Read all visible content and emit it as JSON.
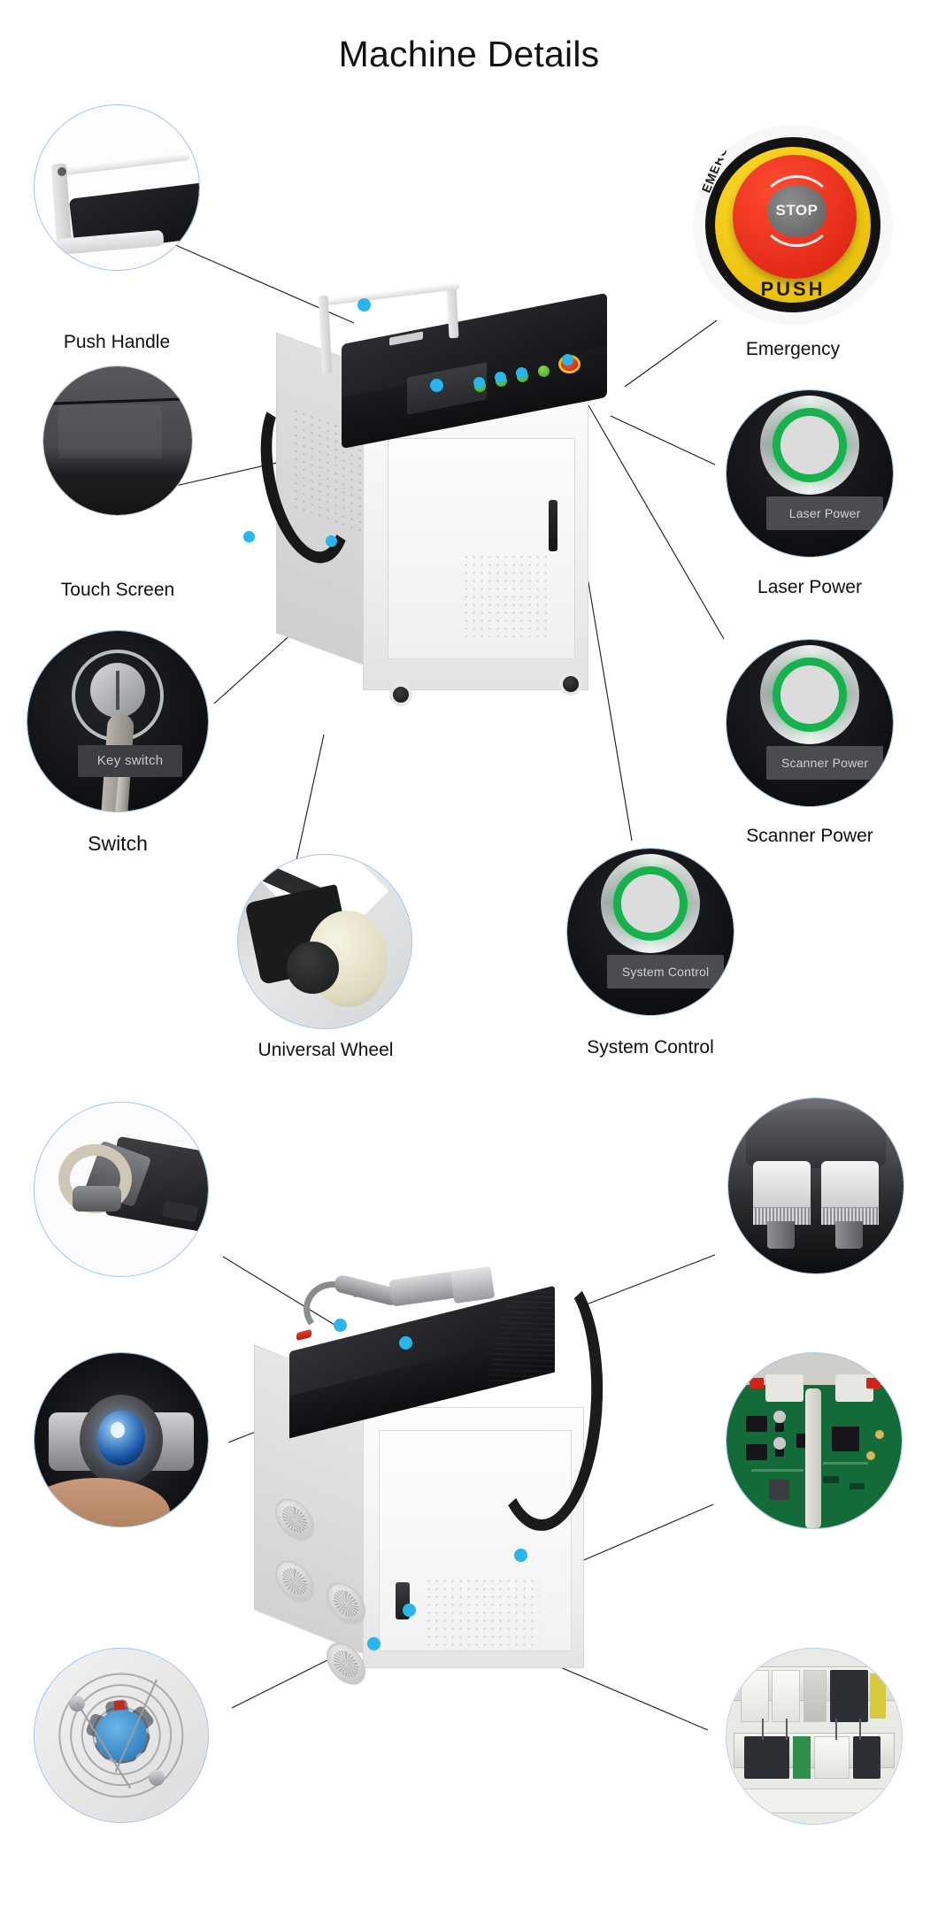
{
  "page": {
    "title": "Machine Details",
    "background_color": "#ffffff",
    "accent_dot_color": "#27b6ee",
    "bubble_border_color": "#9ec3e6",
    "leader_line_color": "#1a1a1a"
  },
  "sections": [
    {
      "id": "top-section",
      "name": "laser-cleaning-machine",
      "callouts": [
        {
          "id": "push-handle",
          "label": "Push Handle",
          "icon": "push-handle-photo"
        },
        {
          "id": "touch-screen",
          "label": "Touch Screen",
          "icon": "touch-screen-photo"
        },
        {
          "id": "switch",
          "label": "Switch",
          "icon": "key-switch-photo",
          "inner_text": "Key switch"
        },
        {
          "id": "universal-wheel",
          "label": "Universal Wheel",
          "icon": "caster-wheel-photo"
        },
        {
          "id": "emergency",
          "label": "Emergency",
          "icon": "emergency-stop-photo",
          "inner_text": {
            "button": "STOP",
            "ring_top": "EMERGENCY",
            "ring_bottom": "PUSH"
          }
        },
        {
          "id": "laser-power",
          "label": "Laser Power",
          "icon": "green-illuminated-button",
          "inner_text": "Laser Power"
        },
        {
          "id": "scanner-power",
          "label": "Scanner Power",
          "icon": "green-illuminated-button",
          "inner_text": "Scanner Power"
        },
        {
          "id": "system-control",
          "label": "System Control",
          "icon": "green-illuminated-button",
          "inner_text": "System Control"
        }
      ]
    },
    {
      "id": "bottom-section",
      "name": "laser-welding-machine",
      "callouts": [
        {
          "id": "welding-nozzle",
          "label": "",
          "icon": "welding-gun-nozzle-photo"
        },
        {
          "id": "galvo-motors",
          "label": "",
          "icon": "galvo-scanner-motors-photo"
        },
        {
          "id": "focus-lens",
          "label": "",
          "icon": "focus-lens-photo"
        },
        {
          "id": "control-board",
          "label": "",
          "icon": "pcb-control-board-photo"
        },
        {
          "id": "cooling-fan",
          "label": "",
          "icon": "cooling-fan-photo"
        },
        {
          "id": "electrical-panel",
          "label": "",
          "icon": "electrical-panel-photo"
        }
      ]
    }
  ],
  "machine_top": {
    "name": "handheld-laser-cleaning-machine",
    "parts": [
      "push-handle",
      "touch-screen",
      "control-panel",
      "key-switch",
      "emergency-stop",
      "laser-power-button",
      "scanner-power-button",
      "system-control-button",
      "universal-wheel",
      "cable"
    ]
  },
  "machine_bottom": {
    "name": "handheld-laser-welding-machine",
    "parts": [
      "welding-gun",
      "armored-cable",
      "cooling-fans",
      "access-door",
      "galvo-head"
    ]
  },
  "colors": {
    "cyan_dot": "#27b6ee",
    "button_green": "#17b14e",
    "estop_red": "#d61f0d",
    "estop_yellow": "#e8c018",
    "cabinet_white": "#f4f4f4",
    "panel_black": "#16171a"
  }
}
